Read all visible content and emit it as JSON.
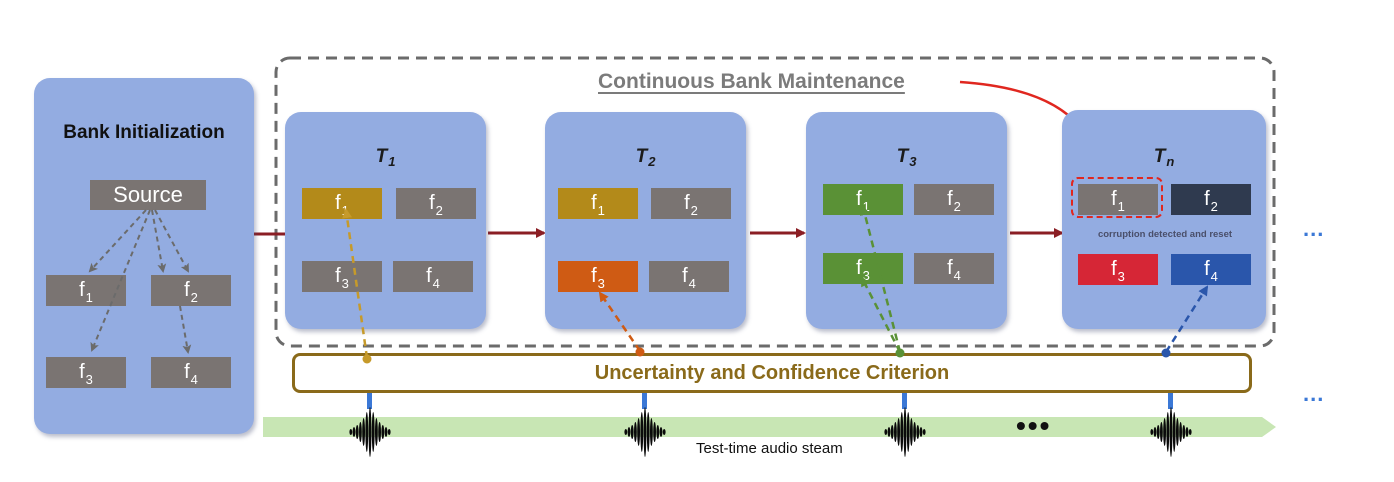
{
  "bank_init": {
    "title": "Bank Initialization",
    "source": "Source",
    "f1": "f",
    "f1_sub": "1",
    "f2": "f",
    "f2_sub": "2",
    "f3": "f",
    "f3_sub": "3",
    "f4": "f",
    "f4_sub": "4"
  },
  "maintenance_title": "Continuous Bank Maintenance",
  "stages": [
    {
      "title": "T",
      "sub": "1",
      "f": [
        "f",
        "f",
        "f",
        "f"
      ],
      "subs": [
        "1",
        "2",
        "3",
        "4"
      ]
    },
    {
      "title": "T",
      "sub": "2",
      "f": [
        "f",
        "f",
        "f",
        "f"
      ],
      "subs": [
        "1",
        "2",
        "3",
        "4"
      ]
    },
    {
      "title": "T",
      "sub": "3",
      "f": [
        "f",
        "f",
        "f",
        "f"
      ],
      "subs": [
        "1",
        "2",
        "3",
        "4"
      ]
    },
    {
      "title": "T",
      "sub": "n",
      "f": [
        "f",
        "f",
        "f",
        "f"
      ],
      "subs": [
        "1",
        "2",
        "3",
        "4"
      ]
    }
  ],
  "reset_note": "corruption detected and reset",
  "criterion": "Uncertainty and Confidence Criterion",
  "stream_label": "Test-time audio steam",
  "ellipsis": "...",
  "stream_dots": "•••",
  "colors": {
    "panel": "#93ace1",
    "grey": "#7a7472",
    "gold": "#b38a1a",
    "orange": "#cf5b14",
    "green": "#5a9136",
    "navy": "#2f3a4f",
    "red": "#d62636",
    "blue": "#2a56ab",
    "criterion": "#8a6a1a",
    "stream": "#c8e6b4"
  }
}
